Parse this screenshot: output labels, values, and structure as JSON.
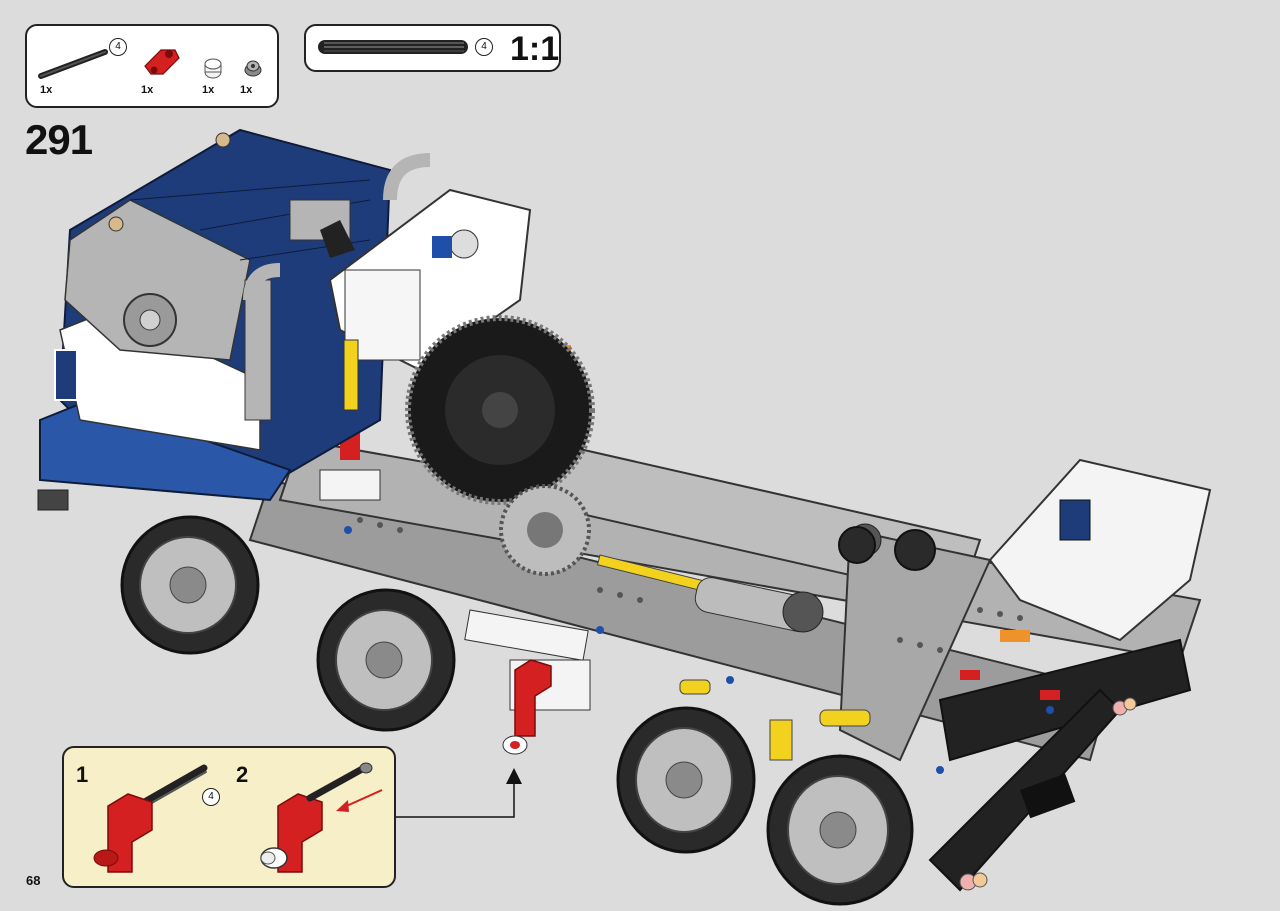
{
  "parts_panel": {
    "items": [
      {
        "name": "axle-part",
        "qty": "1x",
        "callout": "4"
      },
      {
        "name": "red-axle-connector-part",
        "qty": "1x"
      },
      {
        "name": "white-bush-part",
        "qty": "1x"
      },
      {
        "name": "grey-bush-part",
        "qty": "1x"
      }
    ]
  },
  "scale_panel": {
    "callout": "4",
    "scale": "1:1"
  },
  "step": {
    "number": "291"
  },
  "substeps": [
    {
      "number": "1",
      "callout": "4"
    },
    {
      "number": "2"
    }
  ],
  "colors": {
    "background": "#dcdcdc",
    "substep_bg": "#f7efc8",
    "cab_blue": "#1f3c7a",
    "frame_grey": "#a7a7a7",
    "part_red": "#d42020"
  },
  "page": {
    "number": "68"
  }
}
